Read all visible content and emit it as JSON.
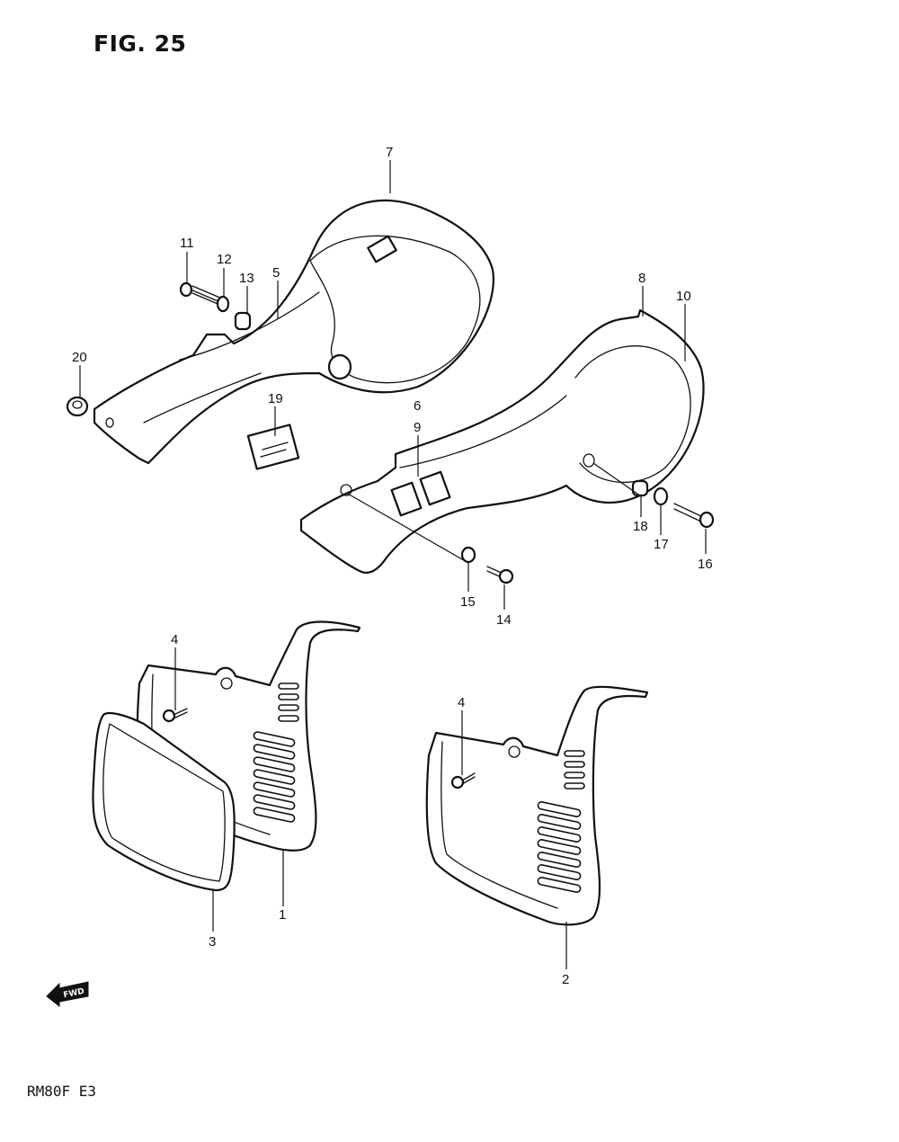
{
  "figure": {
    "title": "FIG. 25",
    "model": "RM80F  E3"
  },
  "fwd_label": "FWD",
  "callouts": [
    "7",
    "11",
    "12",
    "13",
    "5",
    "20",
    "19",
    "8",
    "10",
    "6",
    "9",
    "18",
    "17",
    "16",
    "15",
    "14",
    "4",
    "4",
    "1",
    "3",
    "2"
  ]
}
